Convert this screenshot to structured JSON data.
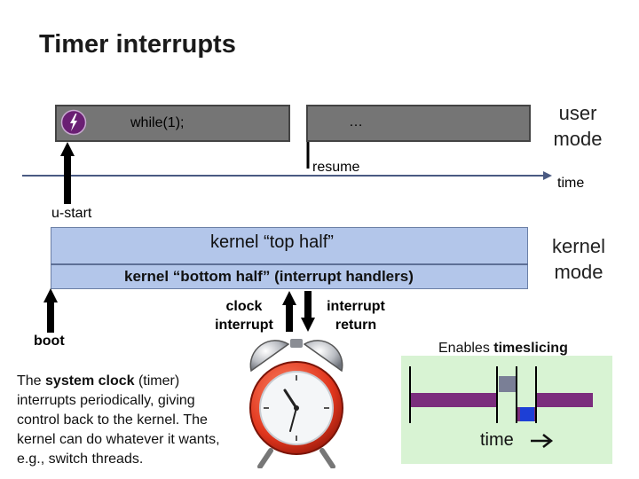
{
  "title": "Timer interrupts",
  "user_row": {
    "left_label": "while(1);",
    "right_label": "…",
    "resume_label": "resume",
    "mode_line1": "user",
    "mode_line2": "mode"
  },
  "timeline": {
    "time_label": "time",
    "u_start_label": "u-start"
  },
  "kernel": {
    "top_half": "kernel “top half”",
    "bottom_half": "kernel “bottom half” (interrupt handlers)",
    "mode_line1": "kernel",
    "mode_line2": "mode"
  },
  "arrows": {
    "boot_label": "boot",
    "clock_interrupt_line1": "clock",
    "clock_interrupt_line2": "interrupt",
    "interrupt_return_line1": "interrupt",
    "interrupt_return_line2": "return"
  },
  "description": {
    "part1": "The ",
    "bold1": "system clock",
    "part2": " (timer) interrupts periodically, giving control back to the kernel. The kernel can do whatever it wants, e.g., switch threads."
  },
  "timeslicing": {
    "prefix": "Enables ",
    "bold": "timeslicing",
    "time_label": "time"
  },
  "colors": {
    "user_bar": "#757575",
    "kernel_bar": "#b3c6ea",
    "process_icon": "#6a1f73",
    "timeline": "#4a5a82",
    "green_panel": "#d8f3d3",
    "slice_purple": "#7b2d7d",
    "slice_grey": "#7a7f96",
    "slice_blue": "#1d3fd6"
  },
  "icons": [
    "process-icon",
    "alarm-clock-icon",
    "arrow-right-icon"
  ]
}
